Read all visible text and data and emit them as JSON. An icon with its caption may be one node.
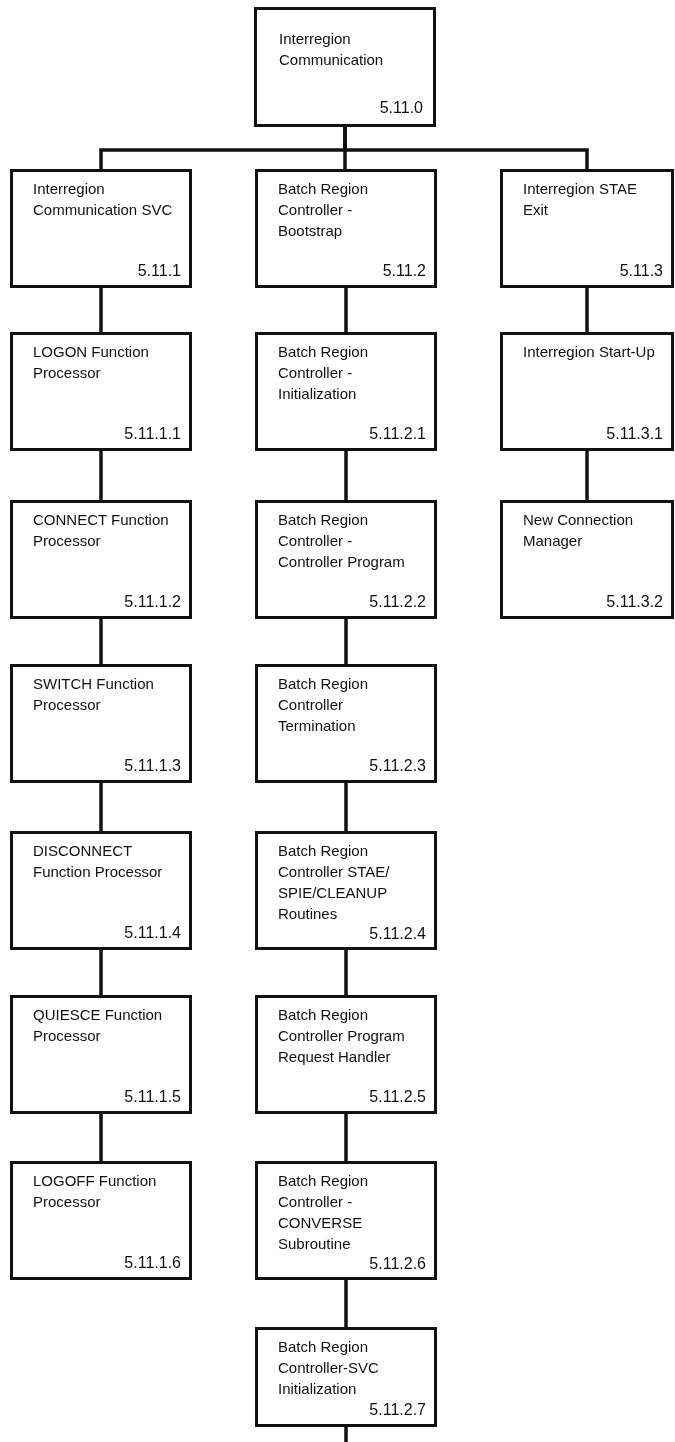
{
  "diagram": {
    "nodes": [
      {
        "text": [
          "Interregion Communication",
          "5.11.0"
        ]
      },
      {
        "text": [
          "Interregion Communication SVC",
          "5.11.1"
        ]
      },
      {
        "text": [
          "Batch Region Controller - Bootstrap",
          "5.11.2"
        ]
      },
      {
        "text": [
          "Interregion STAE Exit",
          "5.11.3"
        ]
      },
      {
        "text": [
          "LOGON Function Processor",
          "5.11.1.1"
        ]
      },
      {
        "text": [
          "Batch Region Controller - Initialization",
          "5.11.2.1"
        ]
      },
      {
        "text": [
          "Interregion Start-Up",
          "5.11.3.1"
        ]
      },
      {
        "text": [
          "CONNECT Function Processor",
          "5.11.1.2"
        ]
      },
      {
        "text": [
          "Batch Region Controller - Controller Program",
          "5.11.2.2"
        ]
      },
      {
        "text": [
          "New Connection Manager",
          "5.11.3.2"
        ]
      },
      {
        "text": [
          "SWITCH Function Processor",
          "5.11.1.3"
        ]
      },
      {
        "text": [
          "Batch Region Controller Termination",
          "5.11.2.3"
        ]
      },
      {
        "text": [
          "DISCONNECT Function Processor",
          "5.11.1.4"
        ]
      },
      {
        "text": [
          "Batch Region Controller STAE/ SPIE/CLEANUP Routines",
          "5.11.2.4"
        ]
      },
      {
        "text": [
          "QUIESCE Function Processor",
          "5.11.1.5"
        ]
      },
      {
        "text": [
          "Batch Region Controller Program Request Handler",
          "5.11.2.5"
        ]
      },
      {
        "text": [
          "LOGOFF Function Processor",
          "5.11.1.6"
        ]
      },
      {
        "text": [
          "Batch Region Controller - CONVERSE Subroutine",
          "5.11.2.6"
        ]
      },
      {
        "text": [
          "Batch Region Controller-SVC Initialization",
          "5.11.2.7"
        ]
      }
    ],
    "edges": [
      {
        "from": 0,
        "to": 1,
        "arrow": "none"
      },
      {
        "from": 0,
        "to": 2,
        "arrow": "none"
      },
      {
        "from": 0,
        "to": 3,
        "arrow": "none"
      },
      {
        "from": 1,
        "to": 4,
        "arrow": "none"
      },
      {
        "from": 4,
        "to": 7,
        "arrow": "none"
      },
      {
        "from": 7,
        "to": 10,
        "arrow": "none"
      },
      {
        "from": 10,
        "to": 12,
        "arrow": "none"
      },
      {
        "from": 12,
        "to": 14,
        "arrow": "none"
      },
      {
        "from": 14,
        "to": 16,
        "arrow": "none"
      },
      {
        "from": 2,
        "to": 5,
        "arrow": "none"
      },
      {
        "from": 5,
        "to": 8,
        "arrow": "none"
      },
      {
        "from": 8,
        "to": 11,
        "arrow": "none"
      },
      {
        "from": 11,
        "to": 13,
        "arrow": "none"
      },
      {
        "from": 13,
        "to": 15,
        "arrow": "none"
      },
      {
        "from": 15,
        "to": 17,
        "arrow": "none"
      },
      {
        "from": 17,
        "to": 18,
        "arrow": "none"
      },
      {
        "from": 3,
        "to": 6,
        "arrow": "none"
      },
      {
        "from": 6,
        "to": 9,
        "arrow": "none"
      },
      {
        "from": 18,
        "to": null,
        "arrow": "none"
      }
    ]
  }
}
